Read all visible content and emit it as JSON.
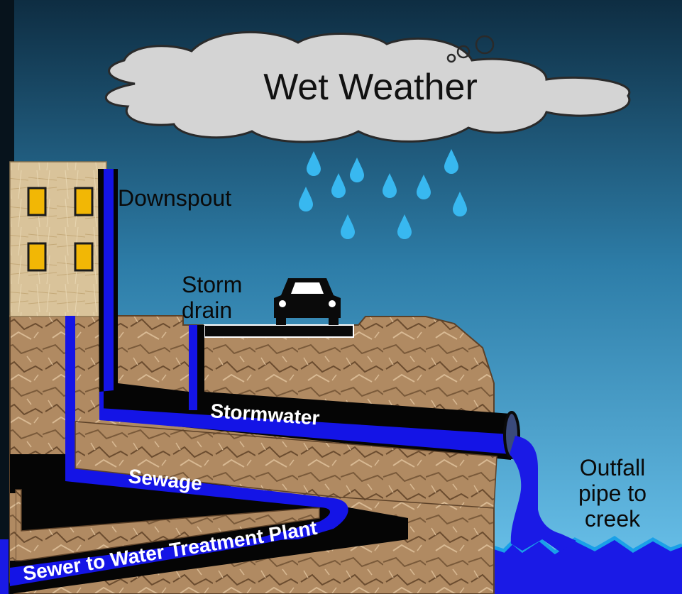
{
  "cloud": {
    "label": "Wet Weather"
  },
  "labels": {
    "downspout": "Downspout",
    "storm_drain_line1": "Storm",
    "storm_drain_line2": "drain",
    "stormwater": "Stormwater",
    "sewage": "Sewage",
    "sewer": "Sewer to Water Treatment Plant",
    "outfall_line1": "Outfall",
    "outfall_line2": "pipe to",
    "outfall_line3": "creek"
  },
  "colors": {
    "sky_top": "#0e2d42",
    "sky_bottom": "#6ec6ef",
    "water": "#1212e6",
    "rain": "#38b8f0",
    "ground": "#b08a62",
    "building": "#d9c39a",
    "window": "#f2b705",
    "creek": "#1aa0e8"
  }
}
